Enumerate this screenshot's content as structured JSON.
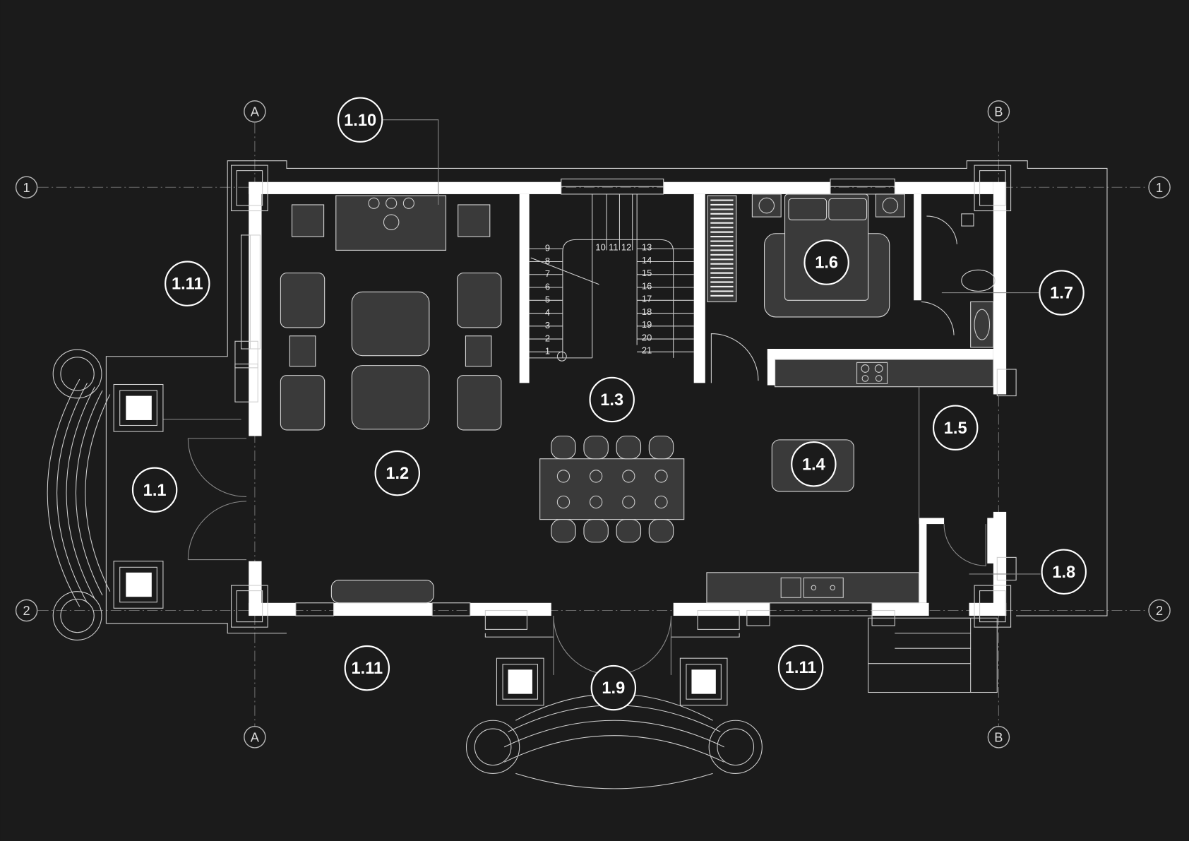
{
  "title": "Ground floor plan",
  "colors": {
    "background": "#1b1b1b",
    "wall": "#ffffff",
    "furniture": "#3a3a3a",
    "line": "#cfcfcf"
  },
  "grid_axes": {
    "A": "A",
    "B": "B",
    "one": "1",
    "two": "2"
  },
  "room_tags": [
    "1.10",
    "1.11",
    "1.1",
    "1.2",
    "1.3",
    "1.4",
    "1.5",
    "1.6",
    "1.7",
    "1.8",
    "1.9",
    "1.11",
    "1.11"
  ],
  "stair_numbers": [
    "1",
    "2",
    "3",
    "4",
    "5",
    "6",
    "7",
    "8",
    "9",
    "10",
    "11",
    "12",
    "13",
    "14",
    "15",
    "16",
    "17",
    "18",
    "19",
    "20",
    "21"
  ]
}
